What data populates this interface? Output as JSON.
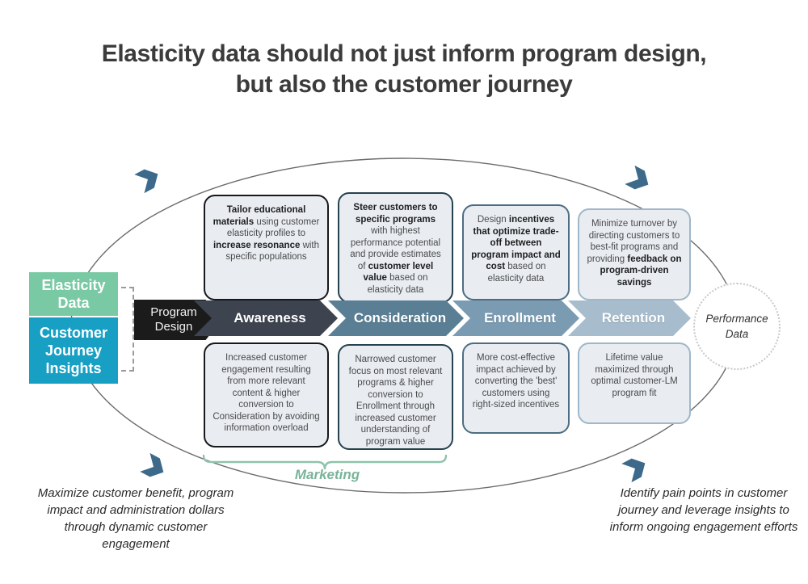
{
  "title": {
    "line1": "Elasticity data should not just inform program design,",
    "line2": "but also the customer journey"
  },
  "sources": {
    "elasticity": "Elasticity\nData",
    "journey": "Customer\nJourney\nInsights"
  },
  "program_design": "Program\nDesign",
  "stages": [
    {
      "name": "Awareness",
      "top_html": "<b>Tailor educational materials</b> using customer elasticity profiles to <b>increase resonance</b> with specific populations",
      "bottom_html": "Increased customer engagement resulting from more relevant content &amp; higher conversion to Consideration by avoiding information overload",
      "band_color": "#3d444f",
      "border_color": "#16181c"
    },
    {
      "name": "Consideration",
      "top_html": "<b>Steer customers to specific programs</b> with highest performance potential and provide estimates of <b>customer level value</b> based on elasticity data",
      "bottom_html": "Narrowed customer focus on most relevant programs &amp; higher conversion to Enrollment through increased customer understanding of program value",
      "band_color": "#5a7f95",
      "border_color": "#26424f"
    },
    {
      "name": "Enrollment",
      "top_html": "Design <b>incentives that optimize trade-off between program impact and cost</b> based on elasticity data",
      "bottom_html": "More cost-effective impact achieved by converting the 'best' customers using right-sized incentives",
      "band_color": "#7a9bb2",
      "border_color": "#4d6d82"
    },
    {
      "name": "Retention",
      "top_html": "Minimize turnover by directing customers to best-fit programs and providing <b>feedback on program-driven savings</b>",
      "bottom_html": "Lifetime value maximized through optimal customer-LM program fit",
      "band_color": "#a7bdcd",
      "border_color": "#9fb7c8"
    }
  ],
  "marketing_label": "Marketing",
  "performance_data": "Performance\nData",
  "captions": {
    "left": "Maximize customer benefit, program impact and administration dollars through dynamic customer engagement",
    "right": "Identify pain points in customer journey and leverage insights to inform ongoing engagement efforts"
  },
  "colors": {
    "elasticity_green": "#79c9a4",
    "journey_blue": "#17a0c4",
    "program_design_black": "#1b1b1b",
    "marketing_green": "#79b49a",
    "loop_stroke": "#6b6b6b",
    "loop_marker": "#3d6a8a",
    "card_bg": "#e9edf2"
  }
}
